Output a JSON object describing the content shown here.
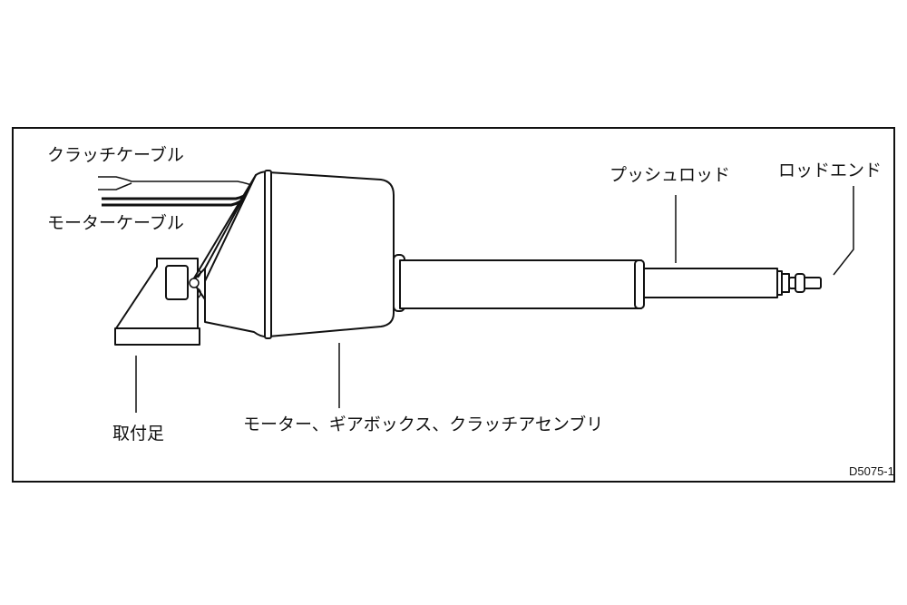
{
  "diagram": {
    "labels": {
      "clutch_cable": "クラッチケーブル",
      "motor_cable": "モーターケーブル",
      "push_rod": "プッシュロッド",
      "rod_end": "ロッドエンド",
      "mounting_foot": "取付足",
      "motor_assembly": "モーター、ギアボックス、クラッチアセンブリ"
    },
    "figure_code": "D5075-1"
  }
}
